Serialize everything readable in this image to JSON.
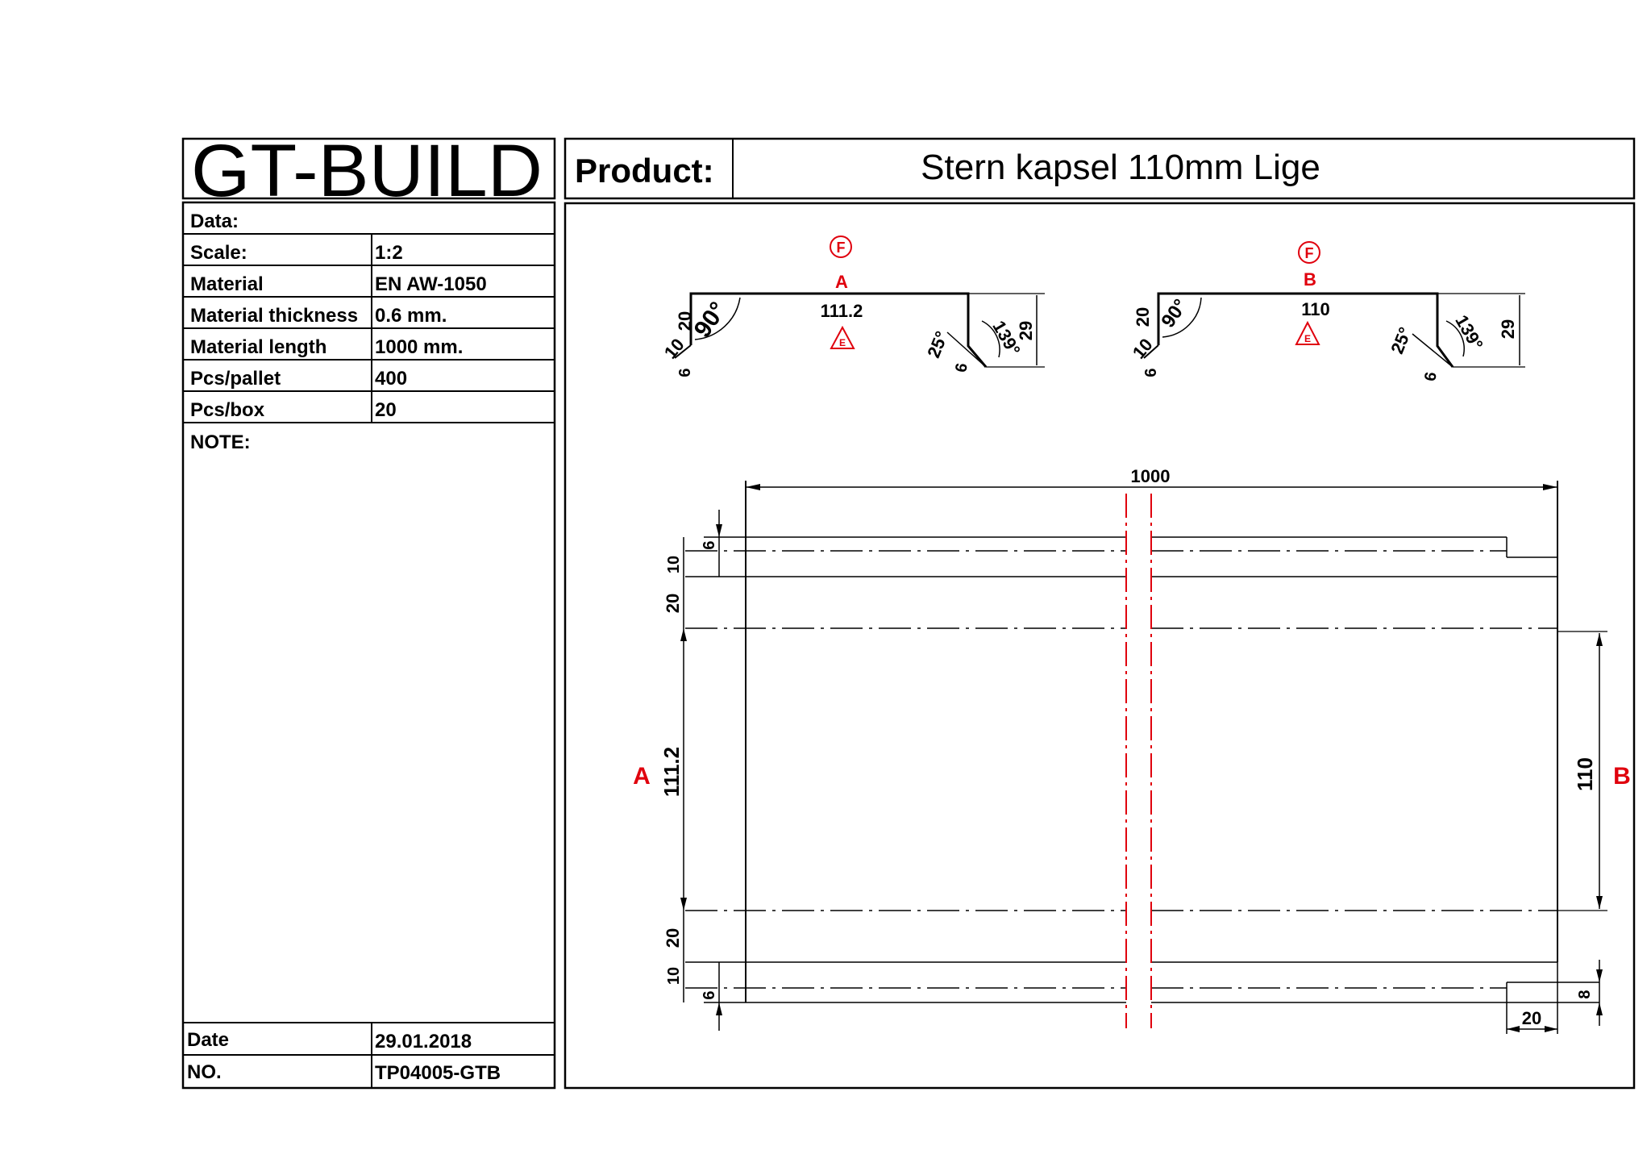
{
  "company": "GT-BUILD",
  "product_label": "Product:",
  "product_name": "Stern kapsel 110mm  Lige",
  "specs": {
    "data_label": "Data:",
    "rows": [
      {
        "label": "Scale:",
        "value": "1:2"
      },
      {
        "label": "Material",
        "value": "EN AW-1050"
      },
      {
        "label": "Material thickness",
        "value": "0.6 mm."
      },
      {
        "label": "Material length",
        "value": "1000 mm."
      },
      {
        "label": "Pcs/pallet",
        "value": "400"
      },
      {
        "label": "Pcs/box",
        "value": "20"
      }
    ],
    "note_label": "NOTE:",
    "date_label": "Date",
    "date_value": "29.01.2018",
    "no_label": "NO.",
    "no_value": "TP04005-GTB"
  },
  "colors": {
    "line": "#000000",
    "marking": "#e0000d"
  },
  "profile_a": {
    "marker": "A",
    "f_mark": "F",
    "e_mark": "E",
    "face": "111.2",
    "height": "29",
    "flange": "20",
    "return": "10",
    "hem": "6",
    "angle_top": "90°",
    "angle_drip": "25°",
    "angle_back": "139°",
    "drip": "6"
  },
  "profile_b": {
    "marker": "B",
    "f_mark": "F",
    "e_mark": "E",
    "face": "110",
    "height": "29",
    "flange": "20",
    "return": "10",
    "hem": "6",
    "angle_top": "90°",
    "angle_drip": "25°",
    "angle_back": "139°",
    "drip": "6"
  },
  "flat_view": {
    "length": "1000",
    "left_dims": [
      "6",
      "10",
      "20",
      "111.2",
      "20",
      "10",
      "6"
    ],
    "left_marker": "A",
    "right_dim": "110",
    "right_marker": "B",
    "notch_height": "8",
    "notch_width": "20"
  }
}
